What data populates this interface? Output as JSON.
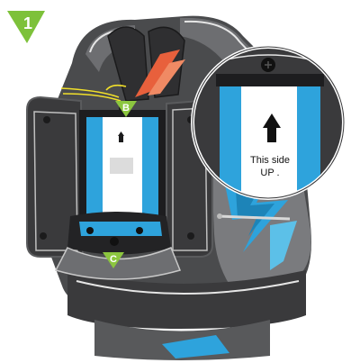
{
  "step": {
    "number": "1"
  },
  "callouts": {
    "b": "B",
    "c": "C"
  },
  "zoom": {
    "line1": "This side",
    "line2": "UP ."
  },
  "colors": {
    "step_badge": "#7dc13a",
    "callout": "#8cc63f",
    "battery_blue": "#2ea3dc",
    "pack_dark": "#3a3a3c",
    "pack_mid": "#6d6e71",
    "strap_orange": "#e8603c",
    "wire_yellow": "#f2e02a"
  }
}
